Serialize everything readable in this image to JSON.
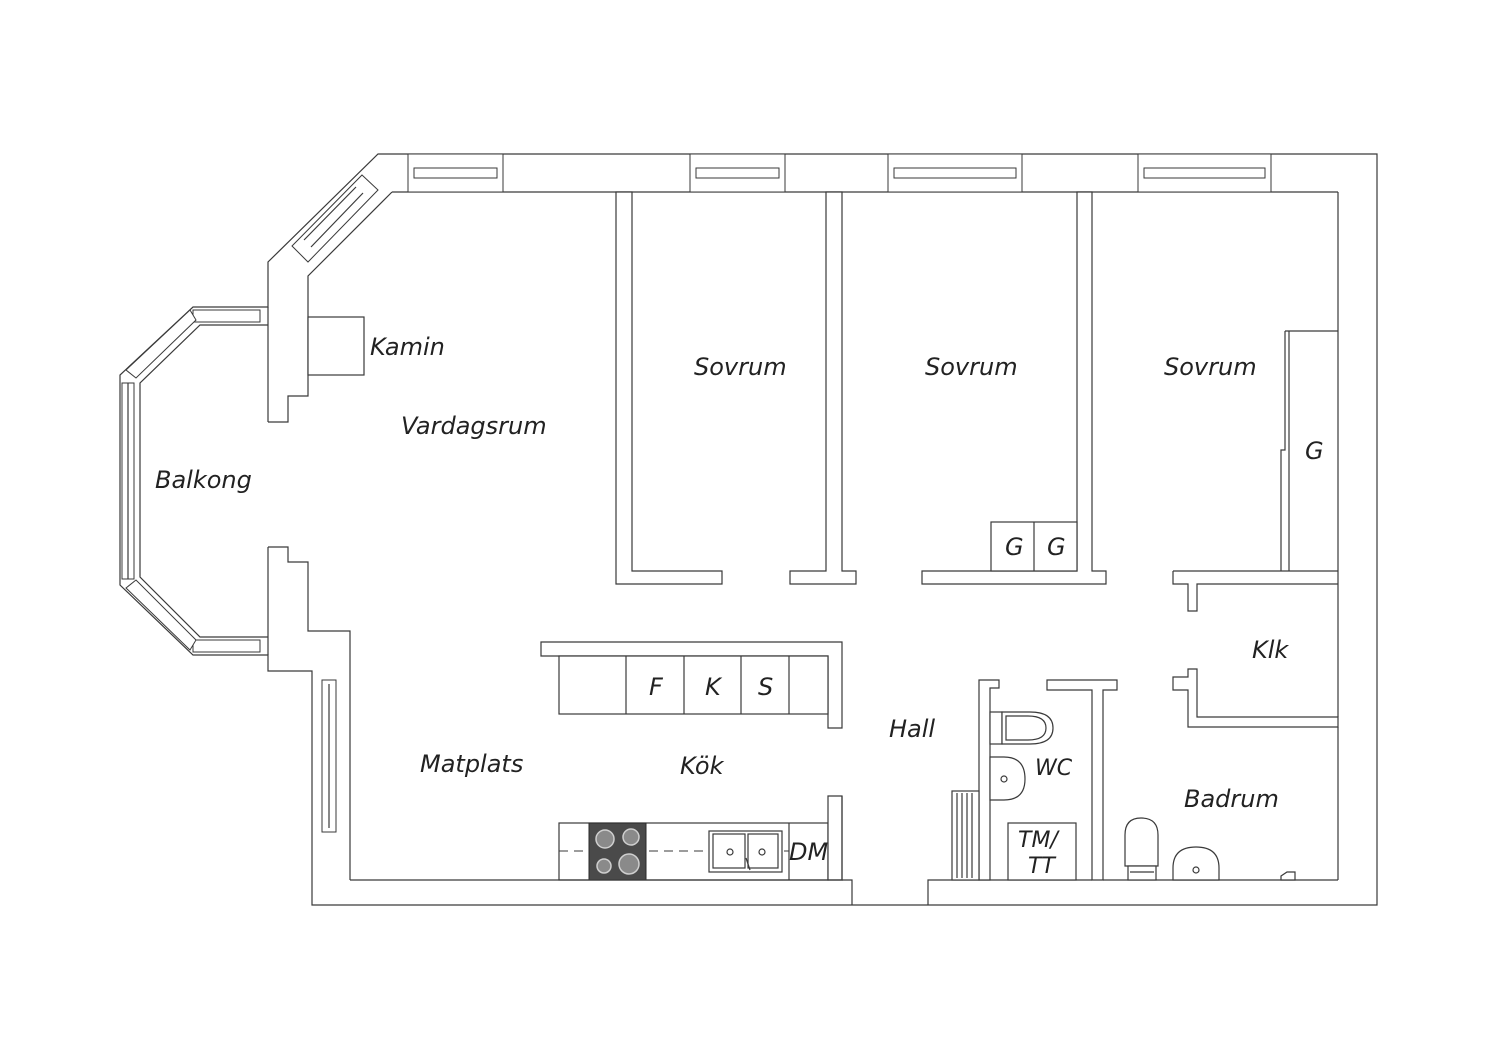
{
  "colors": {
    "wall_line": "#3a3a3a",
    "background": "#ffffff",
    "hob": "#4a4a4a"
  },
  "rooms": {
    "balcony": "Balkong",
    "fireplace": "Kamin",
    "living_room": "Vardagsrum",
    "bedroom_1": "Sovrum",
    "bedroom_2": "Sovrum",
    "bedroom_3": "Sovrum",
    "wardrobe_right": "G",
    "wardrobe_a": "G",
    "wardrobe_b": "G",
    "fridge": "F",
    "freezer": "K",
    "cabinet": "S",
    "hall": "Hall",
    "dining": "Matplats",
    "kitchen": "Kök",
    "dishwasher": "DM",
    "wc": "WC",
    "washer_line1": "TM/",
    "washer_line2": "TT",
    "closet": "Klk",
    "bathroom": "Badrum"
  }
}
